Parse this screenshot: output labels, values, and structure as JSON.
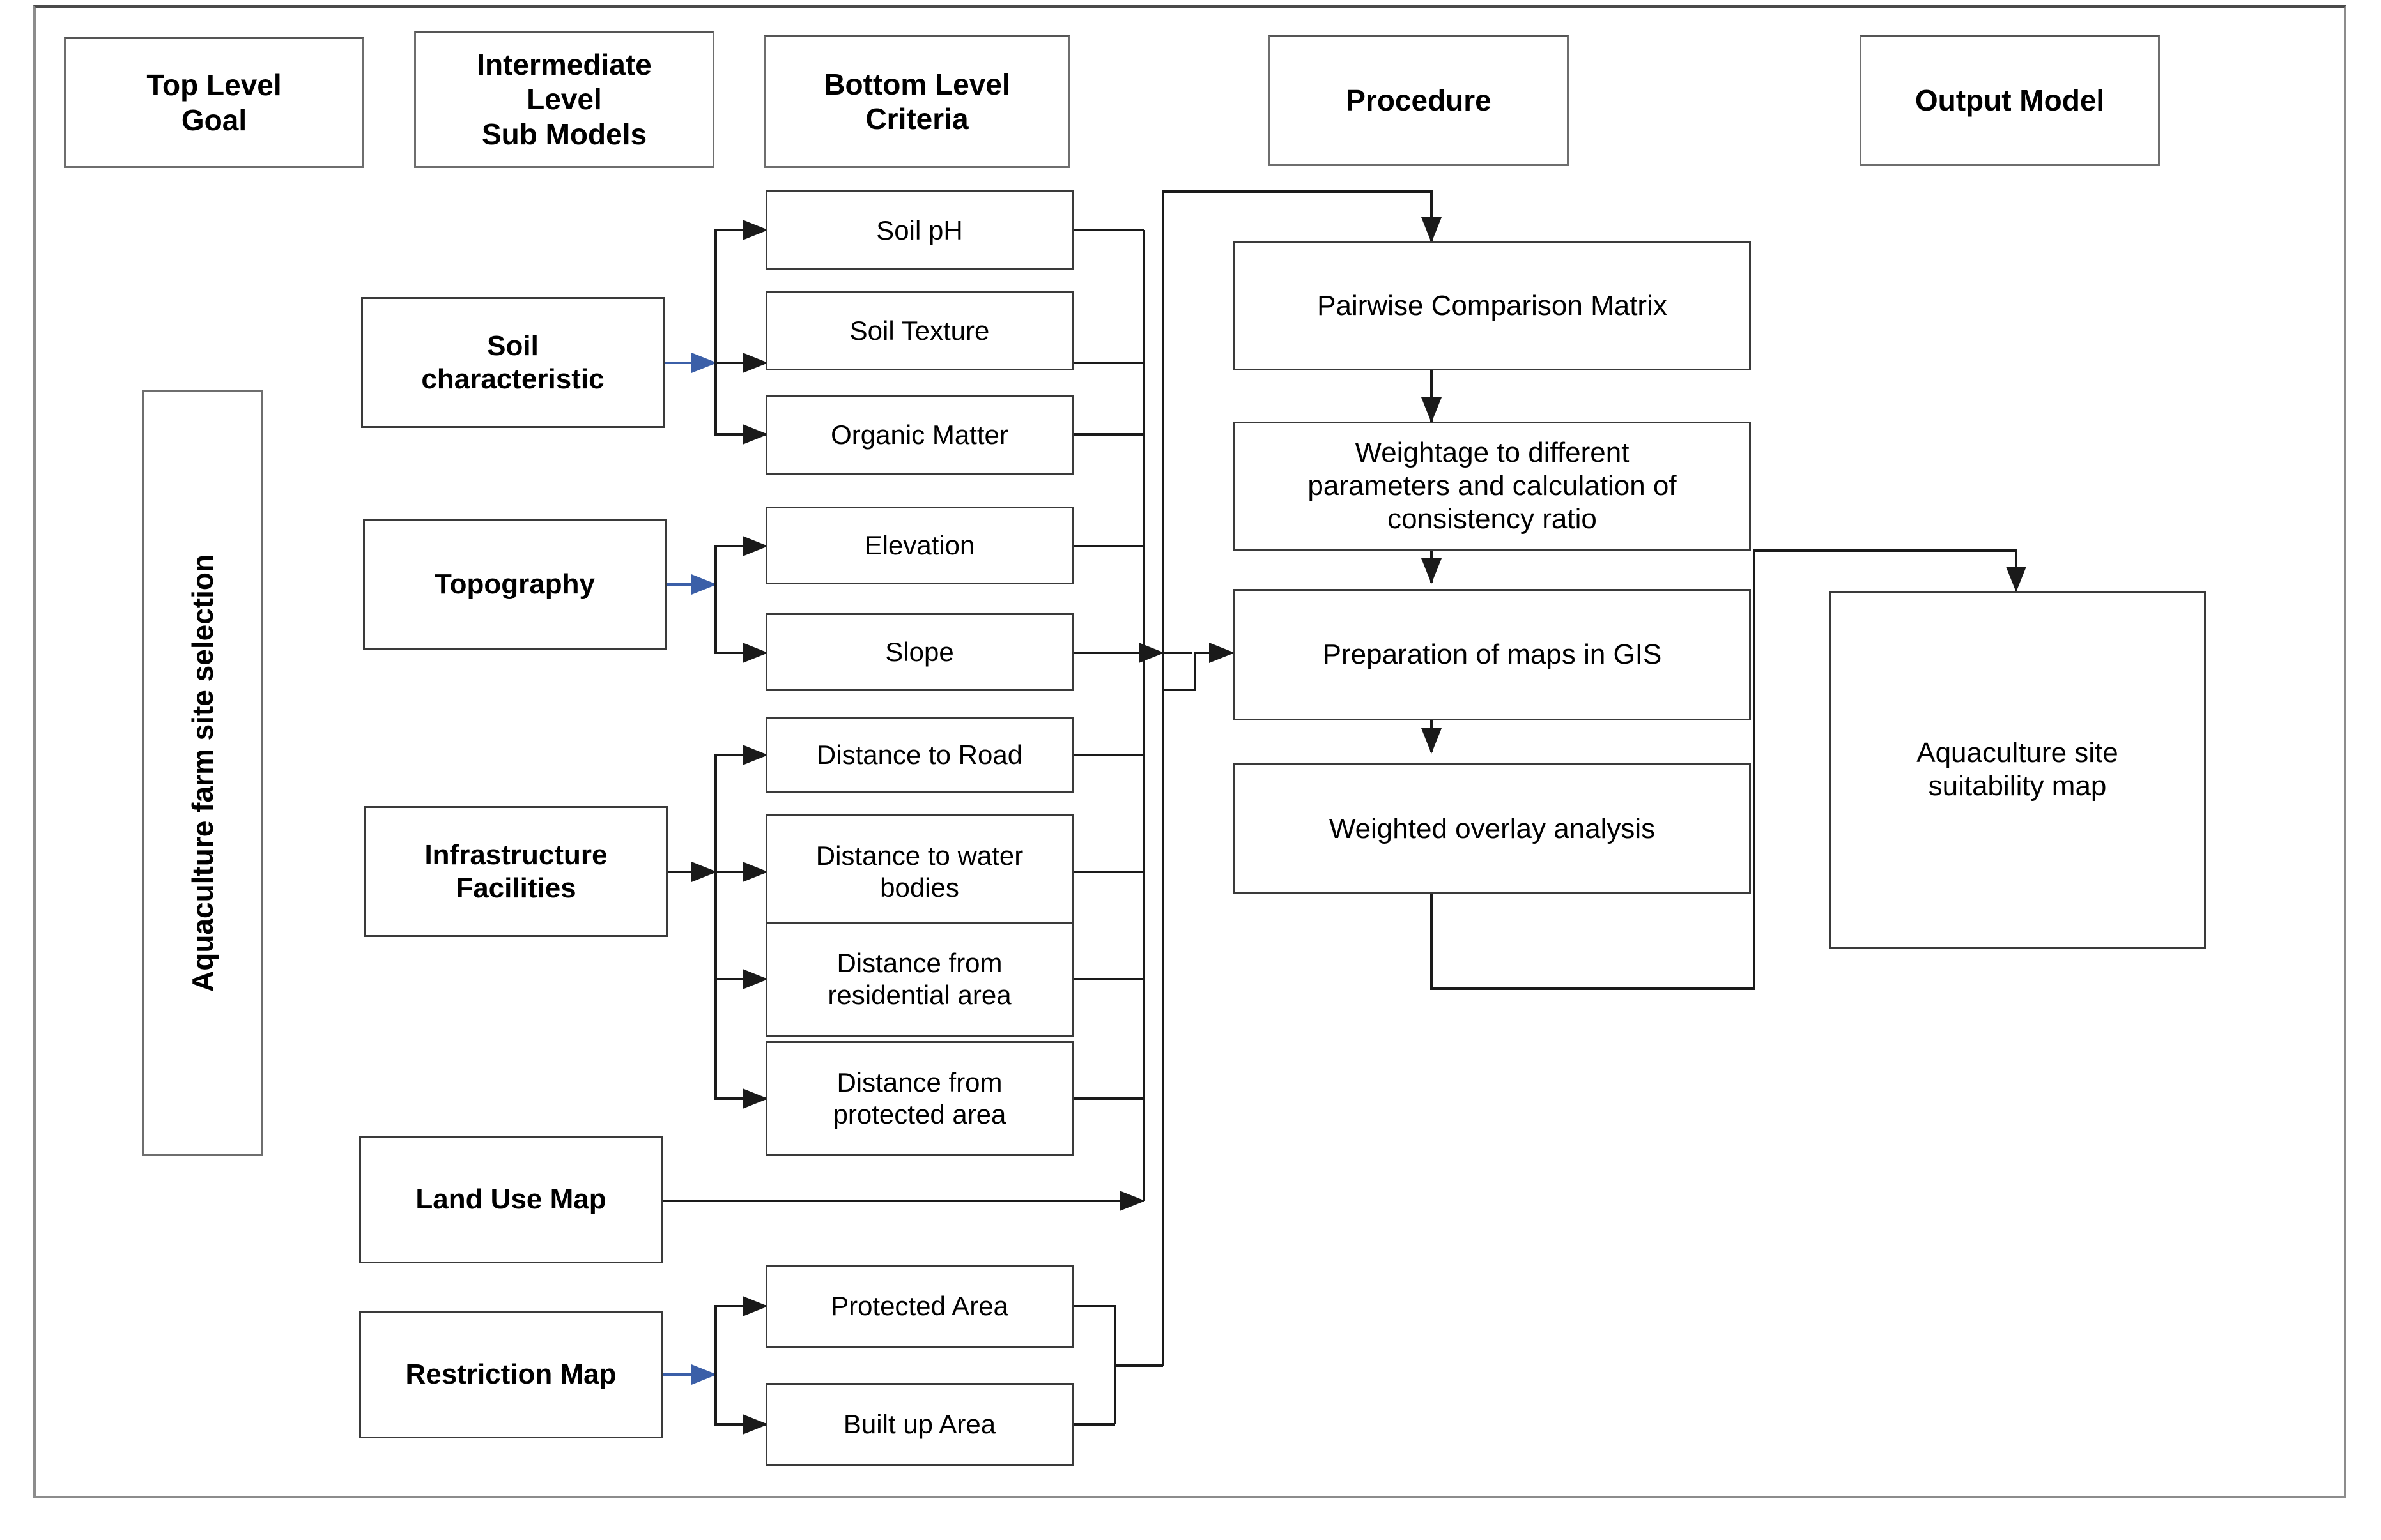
{
  "diagram": {
    "title": "Aquaculture farm site selection AHP framework",
    "type": "flowchart",
    "colors": {
      "box_border": "#3a3a3a",
      "header_border": "#6e6e6e",
      "connector": "#1a1a1a",
      "accent_arrow": "#3b5fa8",
      "background": "#ffffff"
    }
  },
  "column_headers": [
    {
      "id": "top-level-goal",
      "label": "Top Level\nGoal"
    },
    {
      "id": "intermediate-level",
      "label": "Intermediate\nLevel\nSub Models"
    },
    {
      "id": "bottom-level-criteria",
      "label": "Bottom Level\nCriteria"
    },
    {
      "id": "procedure",
      "label": "Procedure"
    },
    {
      "id": "output-model",
      "label": "Output Model"
    }
  ],
  "goal": {
    "label": "Aquaculture farm site selection"
  },
  "sub_models": [
    {
      "id": "soil-characteristic",
      "label": "Soil\ncharacteristic"
    },
    {
      "id": "topography",
      "label": "Topography"
    },
    {
      "id": "infrastructure-facilities",
      "label": "Infrastructure\nFacilities"
    },
    {
      "id": "land-use-map",
      "label": "Land Use Map"
    },
    {
      "id": "restriction-map",
      "label": "Restriction Map"
    }
  ],
  "criteria": [
    {
      "id": "soil-ph",
      "label": "Soil pH",
      "parent": "soil-characteristic"
    },
    {
      "id": "soil-texture",
      "label": "Soil Texture",
      "parent": "soil-characteristic"
    },
    {
      "id": "organic-matter",
      "label": "Organic Matter",
      "parent": "soil-characteristic"
    },
    {
      "id": "elevation",
      "label": "Elevation",
      "parent": "topography"
    },
    {
      "id": "slope",
      "label": "Slope",
      "parent": "topography"
    },
    {
      "id": "distance-to-road",
      "label": "Distance to Road",
      "parent": "infrastructure-facilities"
    },
    {
      "id": "distance-to-water-bodies",
      "label": "Distance to water\nbodies",
      "parent": "infrastructure-facilities"
    },
    {
      "id": "distance-from-residential",
      "label": "Distance from\nresidential area",
      "parent": "infrastructure-facilities"
    },
    {
      "id": "distance-from-protected",
      "label": "Distance from\nprotected area",
      "parent": "infrastructure-facilities"
    },
    {
      "id": "protected-area",
      "label": "Protected Area",
      "parent": "restriction-map"
    },
    {
      "id": "built-up-area",
      "label": "Built up Area",
      "parent": "restriction-map"
    }
  ],
  "procedure_steps": [
    {
      "id": "pairwise-comparison-matrix",
      "label": "Pairwise Comparison Matrix"
    },
    {
      "id": "weightage-consistency",
      "label": "Weightage to different\nparameters and calculation of\nconsistency ratio"
    },
    {
      "id": "preparation-of-maps-gis",
      "label": "Preparation of maps in GIS"
    },
    {
      "id": "weighted-overlay-analysis",
      "label": "Weighted overlay analysis"
    }
  ],
  "output": {
    "id": "aquaculture-site-suitability-map",
    "label": "Aquaculture site\nsuitability map"
  }
}
